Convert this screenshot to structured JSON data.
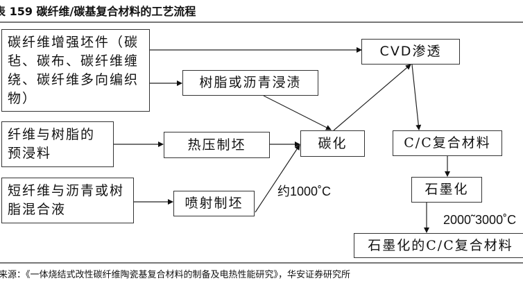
{
  "title": "表 159 碳纤维/碳基复合材料的工艺流程",
  "nodes": {
    "preform": "碳纤维增强坯件（碳毡、碳布、碳纤维缠绕、碳纤维多向编织物）",
    "impregnation": "树脂或沥青浸渍",
    "cvd": "CVD渗透",
    "prepreg": "纤维与树脂的预浸料",
    "hot_press": "热压制坯",
    "carbonization": "碳化",
    "cc_composite": "C/C复合材料",
    "short_fiber_mix": "短纤维与沥青或树脂混合液",
    "spray": "喷射制坯",
    "graphitization": "石墨化",
    "graphitized_cc": "石墨化的C/C复合材料"
  },
  "annotations": {
    "carbonization_temp": "约1000˚C",
    "graphitization_temp": "2000˜3000˚C"
  },
  "source": "来源：《一体烧结式改性碳纤维陶瓷基复合材料的制备及电热性能研究》，华安证券研究所"
}
